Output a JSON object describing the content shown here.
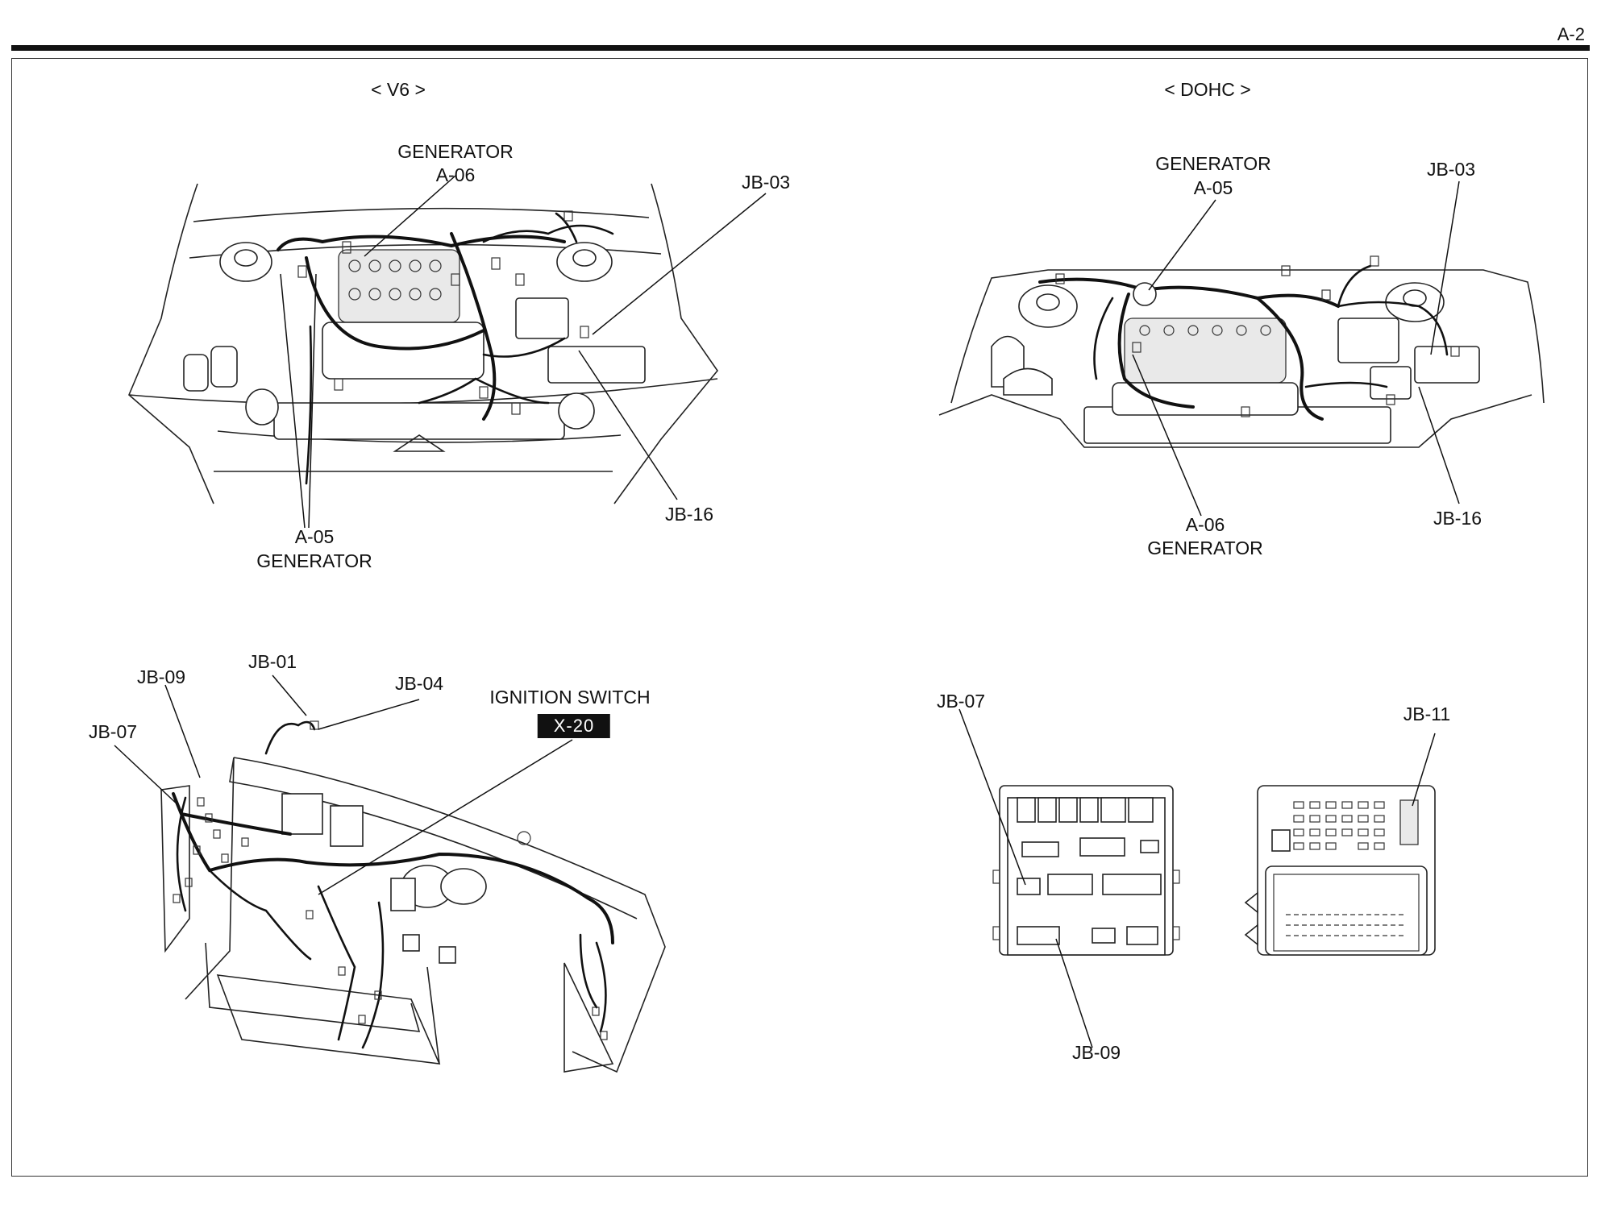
{
  "page_number": "A-2",
  "sections": {
    "v6": {
      "title": "< V6 >"
    },
    "dohc": {
      "title": "< DOHC >"
    }
  },
  "v6_engine": {
    "gen_top_name": "GENERATOR",
    "gen_top_code": "A-06",
    "jb03": "JB-03",
    "jb16": "JB-16",
    "gen_bottom_code": "A-05",
    "gen_bottom_name": "GENERATOR"
  },
  "dohc_engine": {
    "gen_top_name": "GENERATOR",
    "gen_top_code": "A-05",
    "jb03": "JB-03",
    "jb16": "JB-16",
    "gen_bottom_code": "A-06",
    "gen_bottom_name": "GENERATOR"
  },
  "dashboard": {
    "jb09": "JB-09",
    "jb01": "JB-01",
    "jb04": "JB-04",
    "jb07": "JB-07",
    "ignition_label": "IGNITION SWITCH",
    "ignition_code": "X-20"
  },
  "junction_boxes": {
    "jb07": "JB-07",
    "jb11": "JB-11",
    "jb09": "JB-09"
  }
}
